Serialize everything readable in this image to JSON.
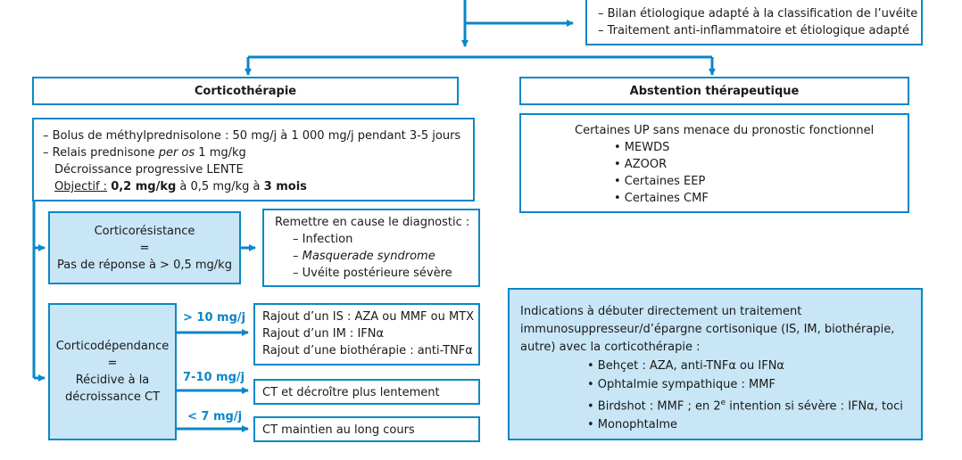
{
  "top_box": {
    "line1": "– Bilan étiologique adapté à la classification de l’uvéite",
    "line2": "– Traitement anti-inflammatoire et étiologique adapté"
  },
  "cortico_header": "Corticothérapie",
  "abstention_header": "Abstention thérapeutique",
  "cortico_detail": {
    "line1": "– Bolus de méthylprednisolone : 50 mg/j à 1 000 mg/j pendant 3-5 jours",
    "line2_prefix": "– Relais prednisone ",
    "line2_italic": "per os",
    "line2_suffix": " 1 mg/kg",
    "line3": "Décroissance progressive LENTE",
    "objective_label": "Objectif :",
    "objective_v1": "0,2 mg/kg",
    "objective_mid": " à 0,5 mg/kg à ",
    "objective_v2": "3 mois"
  },
  "abstention_detail": {
    "title": "Certaines UP sans menace du pronostic fonctionnel",
    "items": [
      "• MEWDS",
      "• AZOOR",
      "• Certaines EEP",
      "• Certaines CMF"
    ]
  },
  "corticoresistance": {
    "line1": "Corticorésistance",
    "line2": "=",
    "line3": "Pas de réponse à > 0,5 mg/kg"
  },
  "remettre": {
    "title": "Remettre en cause le diagnostic :",
    "item1": "– Infection",
    "item2": "Masquerade syndrome",
    "item2_dash": "– ",
    "item3": "– Uvéite postérieure sévère"
  },
  "corticodependance": {
    "line1": "Corticodépendance",
    "line2": "=",
    "line3": "Récidive à la",
    "line4": "décroissance CT"
  },
  "labels": {
    "gt10": "> 10 mg/j",
    "r7_10": "7-10 mg/j",
    "lt7": "< 7 mg/j"
  },
  "rajout": {
    "line1": "Rajout d’un IS : AZA ou MMF ou MTX",
    "line2": "Rajout d’un IM : IFNα",
    "line3": "Rajout d’une biothérapie : anti-TNFα"
  },
  "ct_decroitre": "CT et décroître plus lentement",
  "ct_maintien": "CT maintien au long cours",
  "indications": {
    "line1": "Indications à débuter directement un traitement",
    "line2": "immunosuppresseur/d’épargne cortisonique (IS, IM, biothérapie,",
    "line3": "autre) avec la corticothérapie :",
    "item1": "• Behçet : AZA, anti-TNFα ou IFNα",
    "item2": "• Ophtalmie sympathique : MMF",
    "item3_a": "• Birdshot : MMF ; en 2",
    "item3_sup": "e",
    "item3_b": " intention si sévère : IFNα, toci",
    "item4": "• Monophtalme"
  },
  "colors": {
    "accent": "#0a87c8",
    "fill": "#c8e6f6"
  }
}
